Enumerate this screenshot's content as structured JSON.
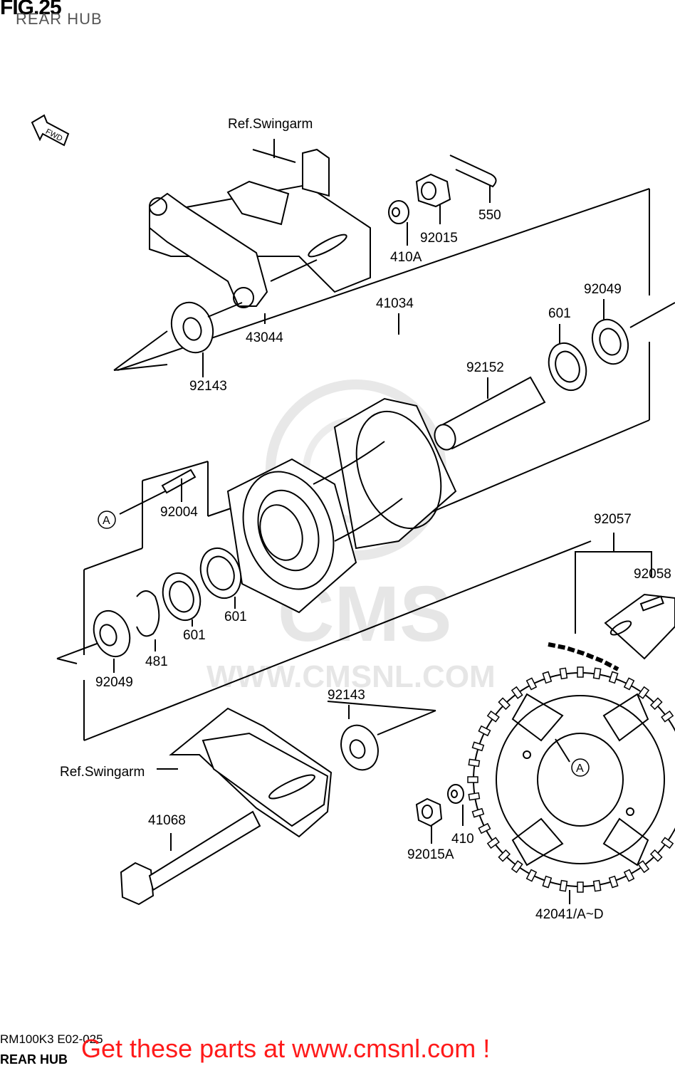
{
  "header": {
    "figure": "FIG.25",
    "subtitle": "REAR HUB"
  },
  "watermark": {
    "brand": "CMS",
    "url": "WWW.CMSNL.COM"
  },
  "direction_marker": "FWD",
  "ref_marker": "A",
  "labels": {
    "ref_swingarm_top": "Ref.Swingarm",
    "ref_swingarm_bottom": "Ref.Swingarm",
    "p550": "550",
    "p92015": "92015",
    "p410A": "410A",
    "p43044": "43044",
    "p92143_top": "92143",
    "p41034": "41034",
    "p92049_top": "92049",
    "p601_top": "601",
    "p92152": "92152",
    "p92004": "92004",
    "p92057": "92057",
    "p92058": "92058",
    "p601_mid": "601",
    "p601_low": "601",
    "p481": "481",
    "p92049_bottom": "92049",
    "p92143_bottom": "92143",
    "p41068": "41068",
    "p410": "410",
    "p92015A": "92015A",
    "p42041": "42041/A~D"
  },
  "footer": {
    "code": "RM100K3 E02-025",
    "name": "REAR HUB",
    "promo": "Get these parts at www.cmsnl.com !"
  },
  "colors": {
    "line": "#000000",
    "promo": "#ff1a1a",
    "watermark": "#e6e6e6"
  }
}
